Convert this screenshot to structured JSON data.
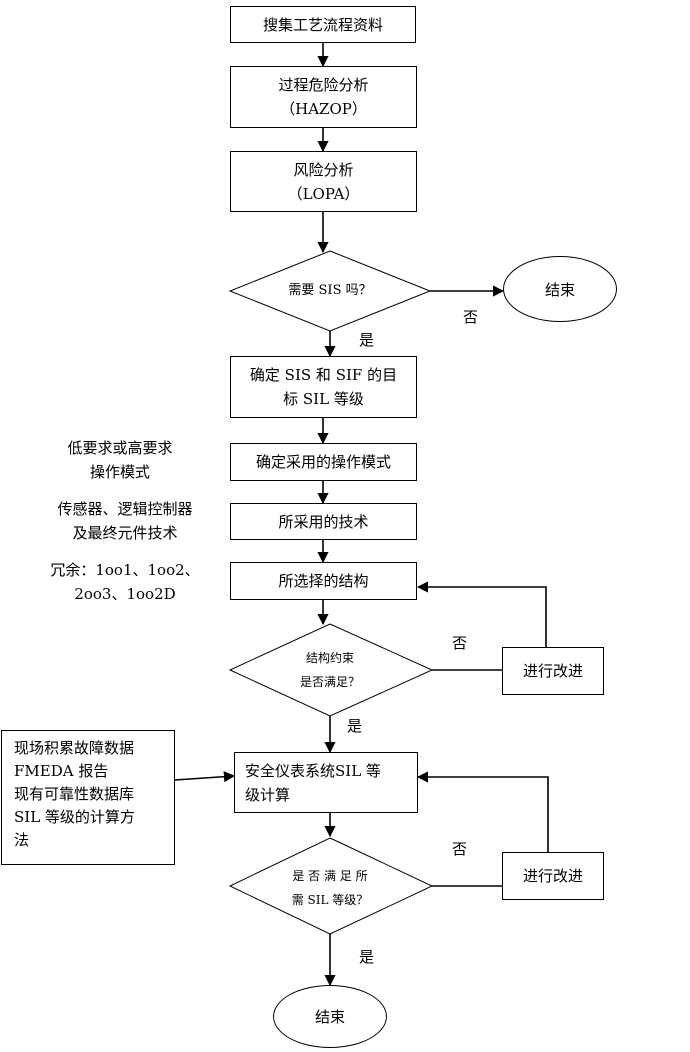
{
  "steps": {
    "collect": "搜集工艺流程资料",
    "hazop_1": "过程危险分析",
    "hazop_2": "（HAZOP）",
    "lopa_1": "风险分析",
    "lopa_2": "（LOPA）",
    "target_1": "确定 SIS 和 SIF 的目",
    "target_2": "标 SIL 等级",
    "mode": "确定采用的操作模式",
    "tech": "所采用的技术",
    "arch": "所选择的结构",
    "calc_1": "安全仪表系统SIL 等",
    "calc_2": "级计算",
    "improve_1": "进行改进",
    "improve_2": "进行改进"
  },
  "decisions": {
    "need_sis": "需要 SIS 吗？",
    "constraint_1": "结构约束",
    "constraint_2": "是否满足？",
    "sil_ok_1": "是 否 满 足 所",
    "sil_ok_2": "需 SIL 等级？"
  },
  "terminals": {
    "end_top": "结束",
    "end_bottom": "结束"
  },
  "edge_labels": {
    "no_1": "否",
    "yes_1": "是",
    "no_2": "否",
    "yes_2": "是",
    "no_3": "否",
    "yes_3": "是"
  },
  "side_notes": {
    "mode_1": "低要求或高要求",
    "mode_2": "操作模式",
    "tech_1": "传感器、逻辑控制器",
    "tech_2": "及最终元件技术",
    "arch_1": "冗余：1oo1、1oo2、",
    "arch_2": "2oo3、1oo2D"
  },
  "inputs": [
    "现场积累故障数据",
    "FMEDA 报告",
    "现有可靠性数据库",
    "SIL  等级的计算方",
    "法"
  ]
}
